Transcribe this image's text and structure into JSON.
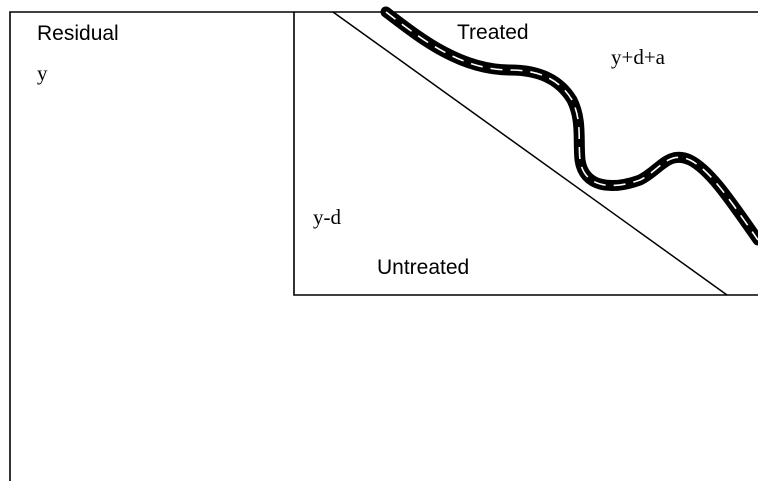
{
  "regions": {
    "residual": {
      "label": "Residual",
      "formula": "y"
    },
    "treated": {
      "label": "Treated",
      "formula": "y+d+a"
    },
    "untreated": {
      "label": "Untreated",
      "formula": "y-d"
    }
  },
  "colors": {
    "background": "#ffffff",
    "line": "#000000",
    "road_surface": "#000000",
    "road_center_dashes": "#ffffff"
  }
}
